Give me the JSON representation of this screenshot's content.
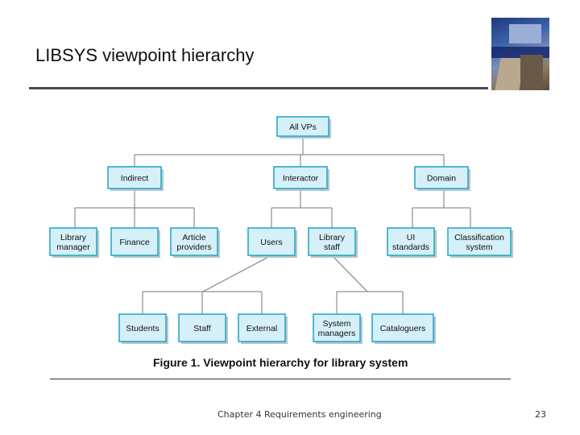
{
  "slide": {
    "title": "LIBSYS viewpoint hierarchy",
    "caption": "Figure 1. Viewpoint hierarchy for library system",
    "footer": "Chapter 4 Requirements engineering",
    "page_number": "23"
  },
  "colors": {
    "node_fill": "#d5f0f8",
    "node_border": "#2aa9c9",
    "connector": "#777777",
    "rule": "#4a4a4a"
  },
  "diagram": {
    "nodes": [
      {
        "id": "all",
        "label": [
          "All VPs"
        ]
      },
      {
        "id": "indirect",
        "label": [
          "Indirect"
        ]
      },
      {
        "id": "interactor",
        "label": [
          "Interactor"
        ]
      },
      {
        "id": "domain",
        "label": [
          "Domain"
        ]
      },
      {
        "id": "libmgr",
        "label": [
          "Library",
          "manager"
        ]
      },
      {
        "id": "finance",
        "label": [
          "Finance"
        ]
      },
      {
        "id": "article",
        "label": [
          "Article",
          "providers"
        ]
      },
      {
        "id": "users",
        "label": [
          "Users"
        ]
      },
      {
        "id": "libstaff",
        "label": [
          "Library",
          "staff"
        ]
      },
      {
        "id": "ui",
        "label": [
          "UI",
          "standards"
        ]
      },
      {
        "id": "class",
        "label": [
          "Classification",
          "system"
        ]
      },
      {
        "id": "students",
        "label": [
          "Students"
        ]
      },
      {
        "id": "staff",
        "label": [
          "Staff"
        ]
      },
      {
        "id": "external",
        "label": [
          "External"
        ]
      },
      {
        "id": "sysmgr",
        "label": [
          "System",
          "managers"
        ]
      },
      {
        "id": "catalog",
        "label": [
          "Cataloguers"
        ]
      }
    ]
  }
}
